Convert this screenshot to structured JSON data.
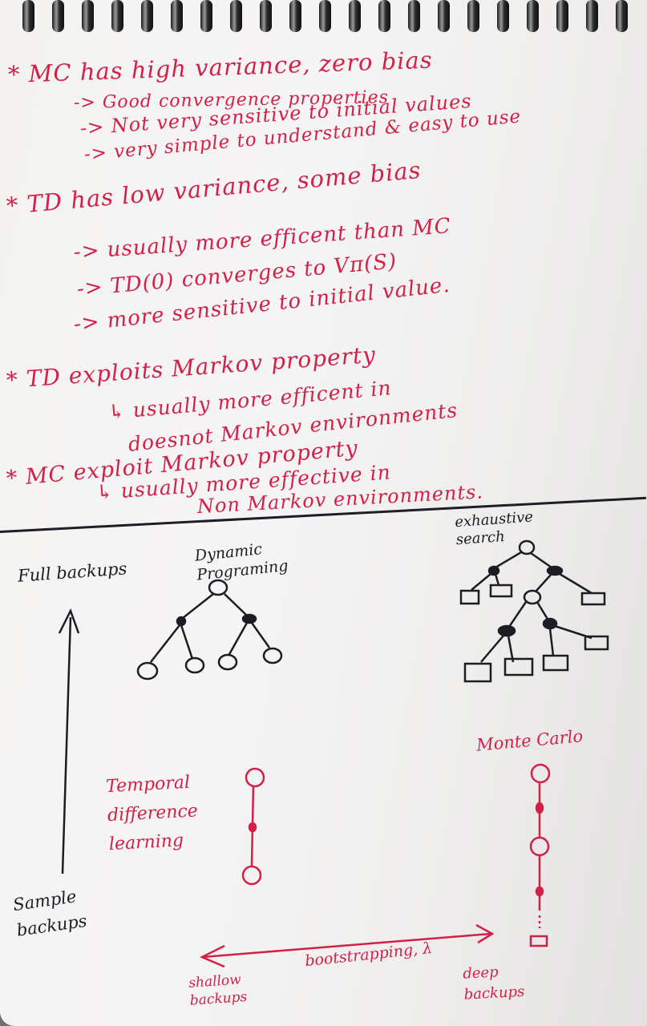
{
  "notes": [
    "* MC has high variance, zero bias",
    "-> Good convergence properties",
    "-> Not very sensitive to initial values",
    "-> very simple to understand & easy to use",
    "* TD has low variance, some bias",
    "-> usually more efficent than MC",
    "-> TD(0) converges to Vπ(S)",
    "-> more sensitive to initial value.",
    "* TD exploits Markov property",
    "↳ usually more efficent in",
    "doesnot Markov environments",
    "* MC exploit Markov property",
    "↳ usually more effective in",
    "Non Markov environments."
  ],
  "diagram": {
    "full_backups": "Full backups",
    "sample_backups": "Sample backups",
    "dynamic_programming": "Dynamic Programing",
    "exhaustive_search": "exhaustive search",
    "temporal_difference": "Temporal difference learning",
    "monte_carlo": "Monte Carlo",
    "bootstrapping": "bootstrapping, λ",
    "shallow_backups": "shallow backups",
    "deep_backups": "deep backups"
  },
  "colors": {
    "red_ink": "#d32048",
    "black_ink": "#1c1c24",
    "paper": "#f4f3f2"
  }
}
